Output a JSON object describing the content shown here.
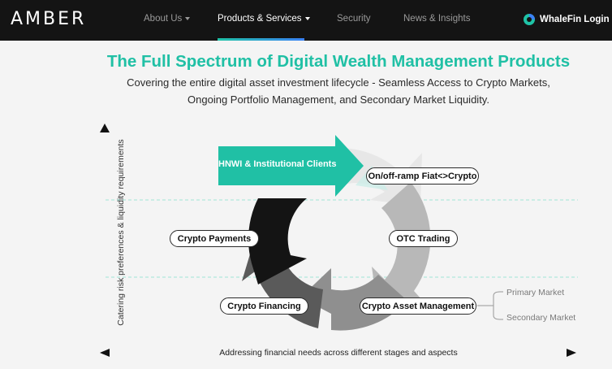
{
  "nav": {
    "logo": "AMBER",
    "items": [
      {
        "label": "About Us"
      },
      {
        "label": "Products & Services"
      },
      {
        "label": "Security"
      },
      {
        "label": "News & Insights"
      }
    ],
    "login_label": "WhaleFin Login"
  },
  "hero": {
    "title": "The Full Spectrum of Digital Wealth Management Products",
    "subtitle_line1": "Covering the entire digital asset investment lifecycle - Seamless Access to Crypto Markets,",
    "subtitle_line2": "Ongoing Portfolio Management, and Secondary Market Liquidity."
  },
  "diagram": {
    "entry_arrow_label": "HNWI & Institutional Clients",
    "products": [
      "On/off-ramp Fiat<>Crypto",
      "OTC Trading",
      "Crypto Asset Management",
      "Crypto Financing",
      "Crypto Payments"
    ],
    "sub_markets": [
      "Primary Market",
      "Secondary Market"
    ],
    "y_axis_label": "Catering risk preferences & liquidity requirements",
    "x_axis_label": "Addressing financial needs across different stages and aspects"
  },
  "colors": {
    "accent": "#20c0a5",
    "nav_bg": "#141414",
    "page_bg": "#f4f4f4"
  }
}
